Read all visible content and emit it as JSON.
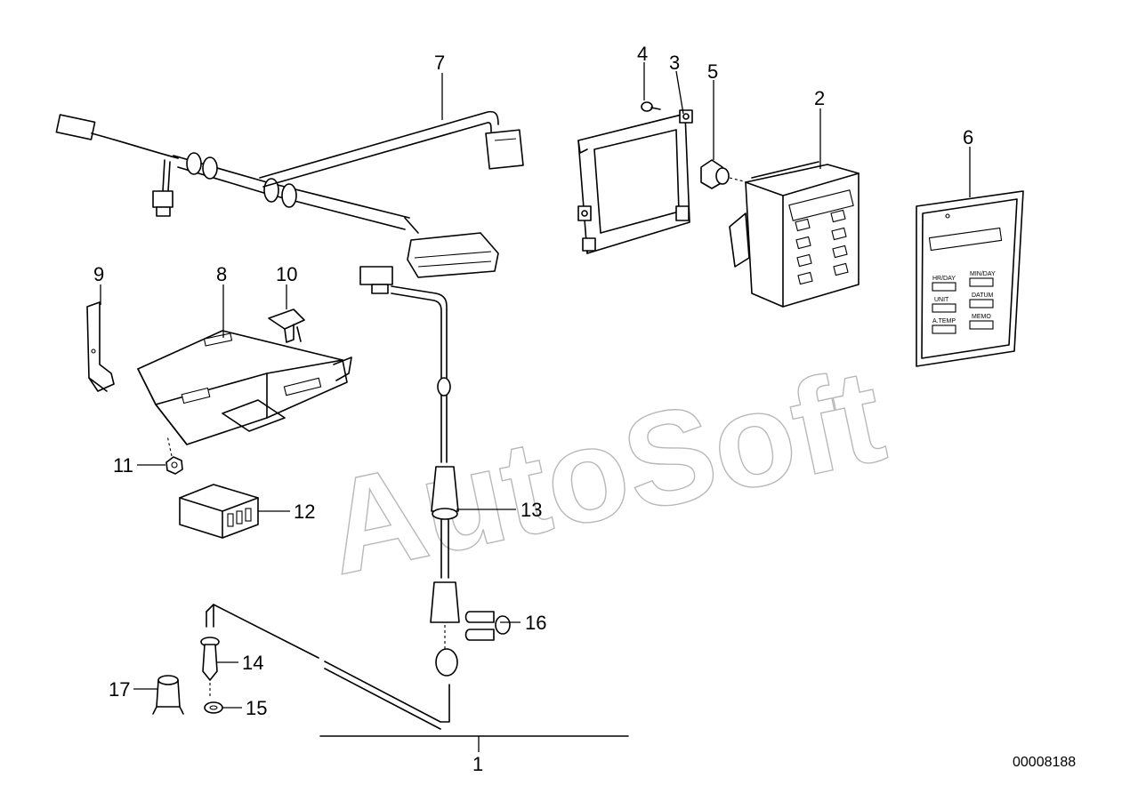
{
  "watermark": "AutoSoft",
  "document_number": "00008188",
  "callouts": {
    "c1": "1",
    "c2": "2",
    "c3": "3",
    "c4": "4",
    "c5": "5",
    "c6": "6",
    "c7": "7",
    "c8": "8",
    "c9": "9",
    "c10": "10",
    "c11": "11",
    "c12": "12",
    "c13": "13",
    "c14": "14",
    "c15": "15",
    "c16": "16",
    "c17": "17"
  },
  "panel_labels": {
    "hr_day": "HR/DAY",
    "min_day": "MIN/DAY",
    "unit": "UNIT",
    "datum": "DATUM",
    "temp": "A.TEMP",
    "memo": "MEMO"
  }
}
